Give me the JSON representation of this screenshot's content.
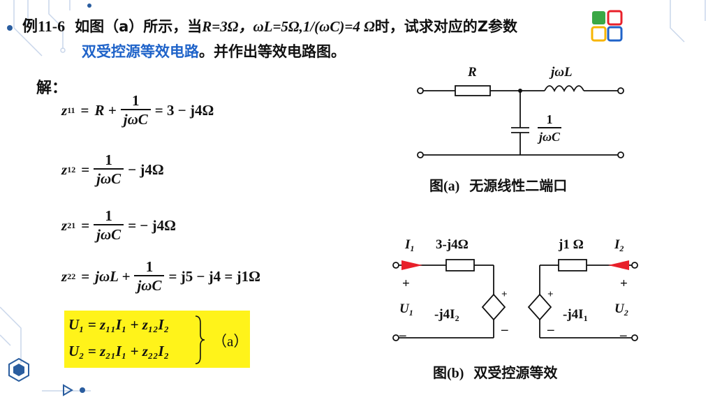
{
  "header": {
    "example_label": "例11-6",
    "text_pre": "如图（a）所示，当",
    "cond_R": "R=3Ω，",
    "cond_wL": "ωL=5Ω,1/(ωC)=4 Ω",
    "text_post": "时，试求对应的Z参数",
    "highlight": "双受控源等效电路",
    "line2_rest": "。并作出等效电路图。"
  },
  "solution_label": "解：",
  "equations": {
    "z11": {
      "lhs": "z",
      "sub": "11",
      "eq1": "=",
      "term": "R +",
      "num": "1",
      "den": "jωC",
      "rhs": "= 3 − j4Ω"
    },
    "z12": {
      "lhs": "z",
      "sub": "12",
      "eq1": "=",
      "num": "1",
      "den": "jωC",
      "rhs": "− j4Ω"
    },
    "z21": {
      "lhs": "z",
      "sub": "21",
      "eq1": "=",
      "num": "1",
      "den": "jωC",
      "rhs": "= − j4Ω"
    },
    "z22": {
      "lhs": "z",
      "sub": "22",
      "eq1": "=",
      "term": "jωL +",
      "num": "1",
      "den": "jωC",
      "rhs": "= j5 − j4 = j1Ω"
    }
  },
  "system": {
    "row1": "U₁ = z₁₁I₁ + z₁₂I₂",
    "row2": "U₂ = z₂₁I₁ + z₂₂I₂",
    "tag": "（a）",
    "highlight_color": "#fff31a"
  },
  "figure_a": {
    "label_R": "R",
    "label_L": "jωL",
    "label_C_num": "1",
    "label_C_den": "jωC",
    "caption_pre": "图(a)",
    "caption_text": "无源线性二端口"
  },
  "figure_b": {
    "I1": "I",
    "I1_sub": "1",
    "I2": "I",
    "I2_sub": "2",
    "U1": "U",
    "U1_sub": "1",
    "U2": "U",
    "U2_sub": "2",
    "left_imp": "3-j4Ω",
    "right_imp": "j1 Ω",
    "left_src": "-j4I",
    "left_src_sub": "2",
    "right_src": "-j4I",
    "right_src_sub": "1",
    "plus": "+",
    "minus": "–",
    "caption_pre": "图(b)",
    "caption_text": "双受控源等效",
    "arrow_color": "#e8202a"
  },
  "logo": {
    "colors": [
      "#3aa845",
      "#e8202a",
      "#f7b500",
      "#1f63c9"
    ]
  }
}
